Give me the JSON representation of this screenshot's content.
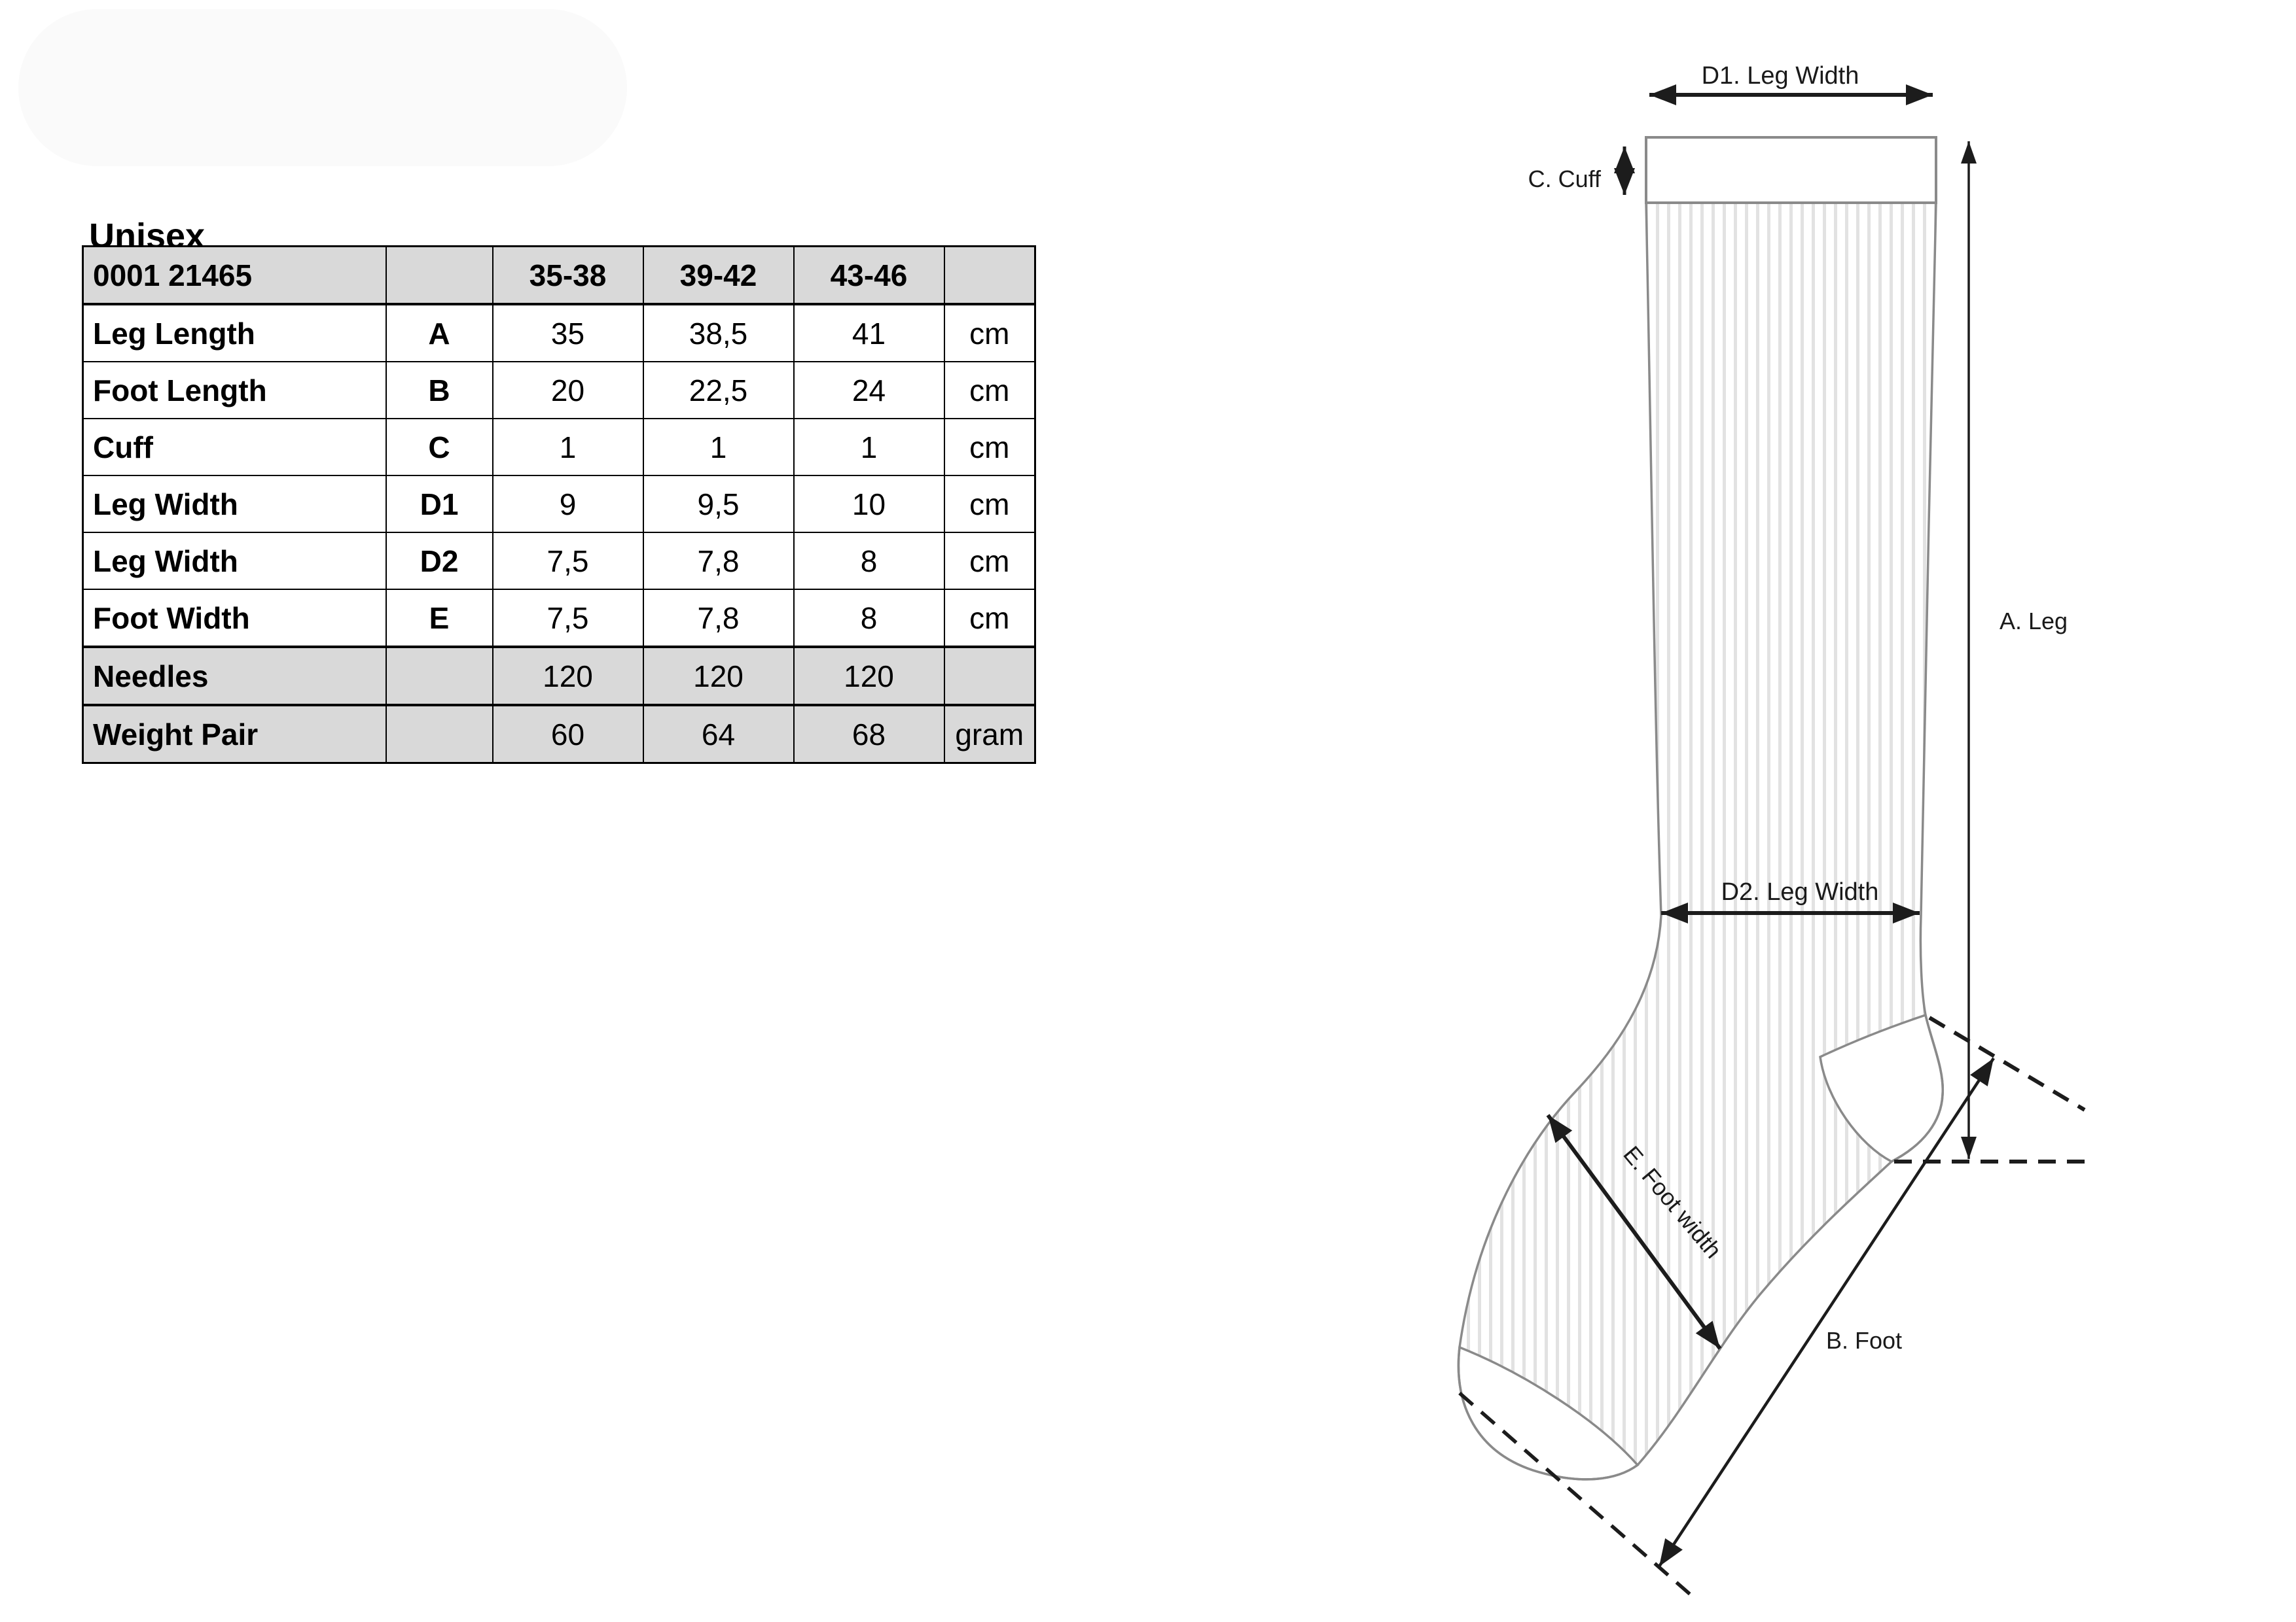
{
  "title": "Unisex",
  "table": {
    "product_code": "0001 21465",
    "size_headers": [
      "35-38",
      "39-42",
      "43-46"
    ],
    "rows": [
      {
        "label": "Leg Length",
        "letter": "A",
        "values": [
          "35",
          "38,5",
          "41"
        ],
        "unit": "cm"
      },
      {
        "label": "Foot Length",
        "letter": "B",
        "values": [
          "20",
          "22,5",
          "24"
        ],
        "unit": "cm"
      },
      {
        "label": "Cuff",
        "letter": "C",
        "values": [
          "1",
          "1",
          "1"
        ],
        "unit": "cm"
      },
      {
        "label": "Leg Width",
        "letter": "D1",
        "values": [
          "9",
          "9,5",
          "10"
        ],
        "unit": "cm"
      },
      {
        "label": "Leg Width",
        "letter": "D2",
        "values": [
          "7,5",
          "7,8",
          "8"
        ],
        "unit": "cm"
      },
      {
        "label": "Foot Width",
        "letter": "E",
        "values": [
          "7,5",
          "7,8",
          "8"
        ],
        "unit": "cm"
      },
      {
        "label": "Needles",
        "letter": "",
        "values": [
          "120",
          "120",
          "120"
        ],
        "unit": ""
      },
      {
        "label": "Weight Pair",
        "letter": "",
        "values": [
          "60",
          "64",
          "68"
        ],
        "unit": "gram"
      }
    ],
    "colors": {
      "header_bg": "#d9d9d9",
      "shaded_bg": "#d9d9d9",
      "row_bg": "#ffffff",
      "border": "#000000"
    }
  },
  "diagram": {
    "labels": {
      "d1": "D1. Leg Width",
      "cuff": "C. Cuff",
      "leg": "A. Leg",
      "d2": "D2. Leg Width",
      "foot_width": "E. Foot width",
      "foot": "B. Foot"
    },
    "colors": {
      "outline": "#8a8a8a",
      "rib_stripe": "#e2e2e2",
      "annotation": "#1c1c1c",
      "fill": "#ffffff"
    }
  }
}
